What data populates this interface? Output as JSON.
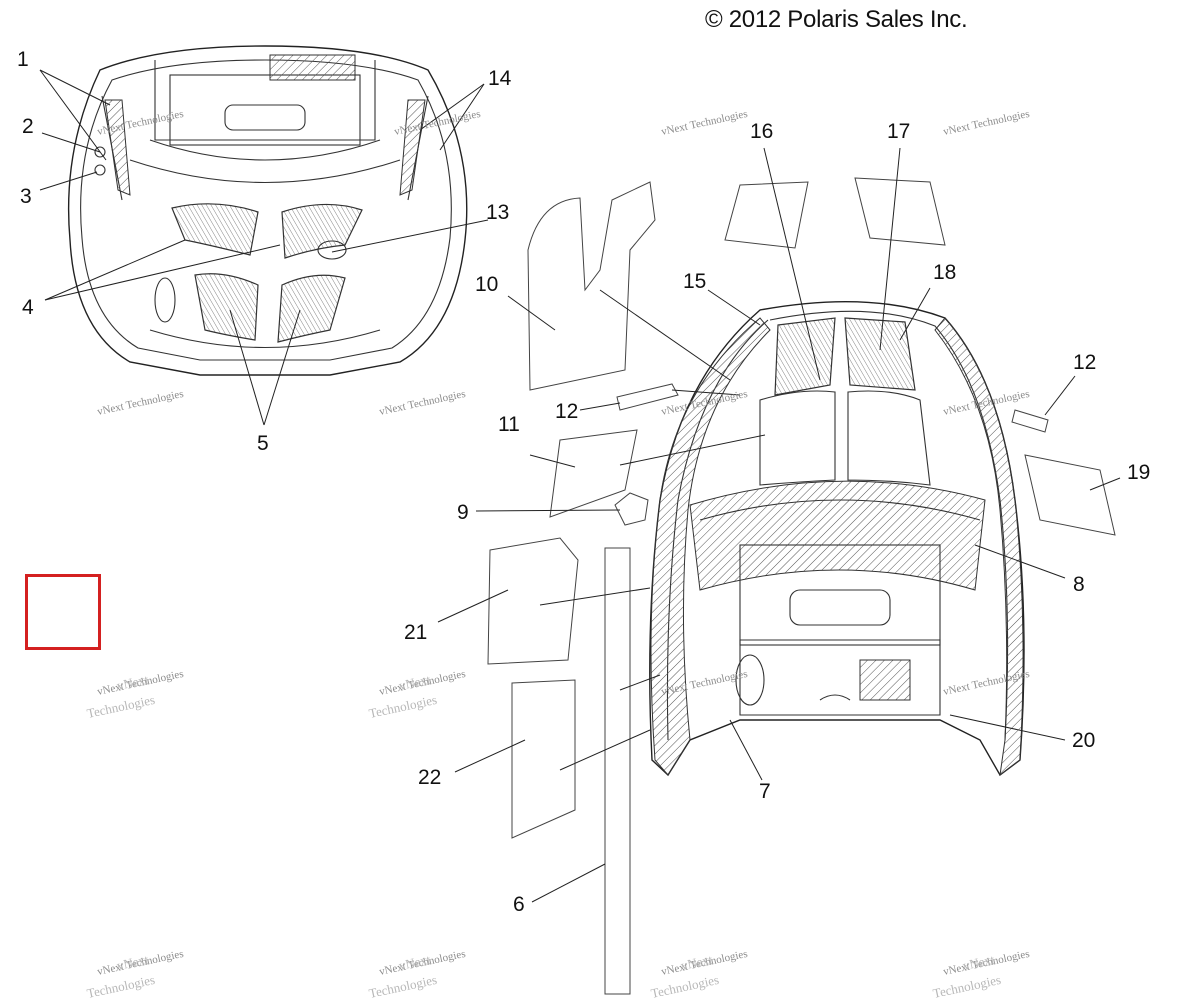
{
  "copyright": "© 2012 Polaris Sales Inc.",
  "watermark": {
    "line1": "vNext",
    "line2": "Technologies",
    "line3": "vNext Technologies"
  },
  "callouts": [
    "1",
    "2",
    "3",
    "4",
    "5",
    "6",
    "7",
    "8",
    "9",
    "10",
    "11",
    "12",
    "12",
    "13",
    "14",
    "15",
    "16",
    "17",
    "18",
    "19",
    "20",
    "21",
    "22"
  ],
  "colors": {
    "selection": "#d42020",
    "lines": "#222222",
    "watermark": "#8c8c8c"
  }
}
